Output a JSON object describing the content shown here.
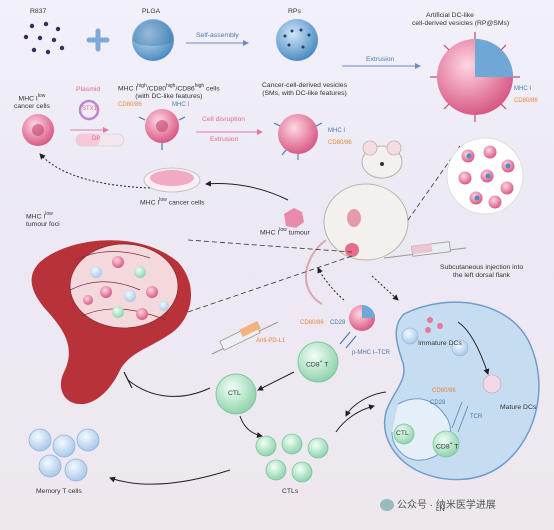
{
  "top": {
    "r837": "R837",
    "plga": "PLGA",
    "rps": "RPs",
    "self_assembly": "Self-assembly",
    "artificial_title": "Artificial DC-like",
    "artificial_sub": "cell-derived vesicles (RP@SMs)",
    "extrusion": "Extrusion"
  },
  "row2": {
    "mhc_low_cancer_1": "MHC I",
    "mhc_low_cancer_2": "cancer cells",
    "plasmid": "Plasmid",
    "stx11": "STX11",
    "dp": "DP",
    "mhc_high_title_1": "MHC I",
    "mhc_high_title_2": "(with DC-like features)",
    "cd_high_prefix": "/CD80",
    "cd86_part": "/CD86",
    "cells_word": "cells",
    "cd8086_left": "CD80/86",
    "mhci_left": "MHC I",
    "cell_disruption": "Cell disruption",
    "extrusion2": "Extrusion",
    "csv_1": "Cancer-cell-derived vesicles",
    "csv_2": "(SMs, with DC-like features)",
    "mhci_mid": "MHC I",
    "cd8086_mid": "CD80/86",
    "mhci_right": "MHC I",
    "cd8086_right": "CD80/86"
  },
  "middle": {
    "mhc_low_dish": "MHC I",
    "dish_suffix": "cancer cells",
    "tumour_label": "MHC I",
    "tumour_suffix": "tumour",
    "tumour_foci_1": "MHC I",
    "tumour_foci_2": "tumour foci",
    "injection_1": "Subcutaneous injection into",
    "injection_2": "the left dorsal flank"
  },
  "lower": {
    "cd8086_t": "CD80/86",
    "cd28": "CD28",
    "anti_pd_l1": "Anti-PD-L1",
    "pmhc": "p-MHC I",
    "tcr": "TCR",
    "cd8t": "CD8",
    "t_suffix": " T",
    "ctl": "CTL",
    "ctls": "CTLs",
    "memory": "Memory T cells",
    "immature": "Immature DCs",
    "mature": "Mature DCs",
    "ln_cd8086": "CD80/86",
    "ln_cd28": "CD28",
    "ln_tcr": "TCR",
    "ln_ctl": "CTL",
    "ln_cd8t": "CD8",
    "ln": "LN"
  },
  "superscripts": {
    "low": "low",
    "high": "high"
  },
  "watermark": "公众号 · 纳米医学进展",
  "colors": {
    "pink_cell": "#e889a8",
    "blue_sphere": "#7fb2dc",
    "green_cell": "#a8dfc0",
    "tumour_red": "#b8323a",
    "ln_blue": "#bcd6ee",
    "accent_blue": "#4a79b0"
  }
}
